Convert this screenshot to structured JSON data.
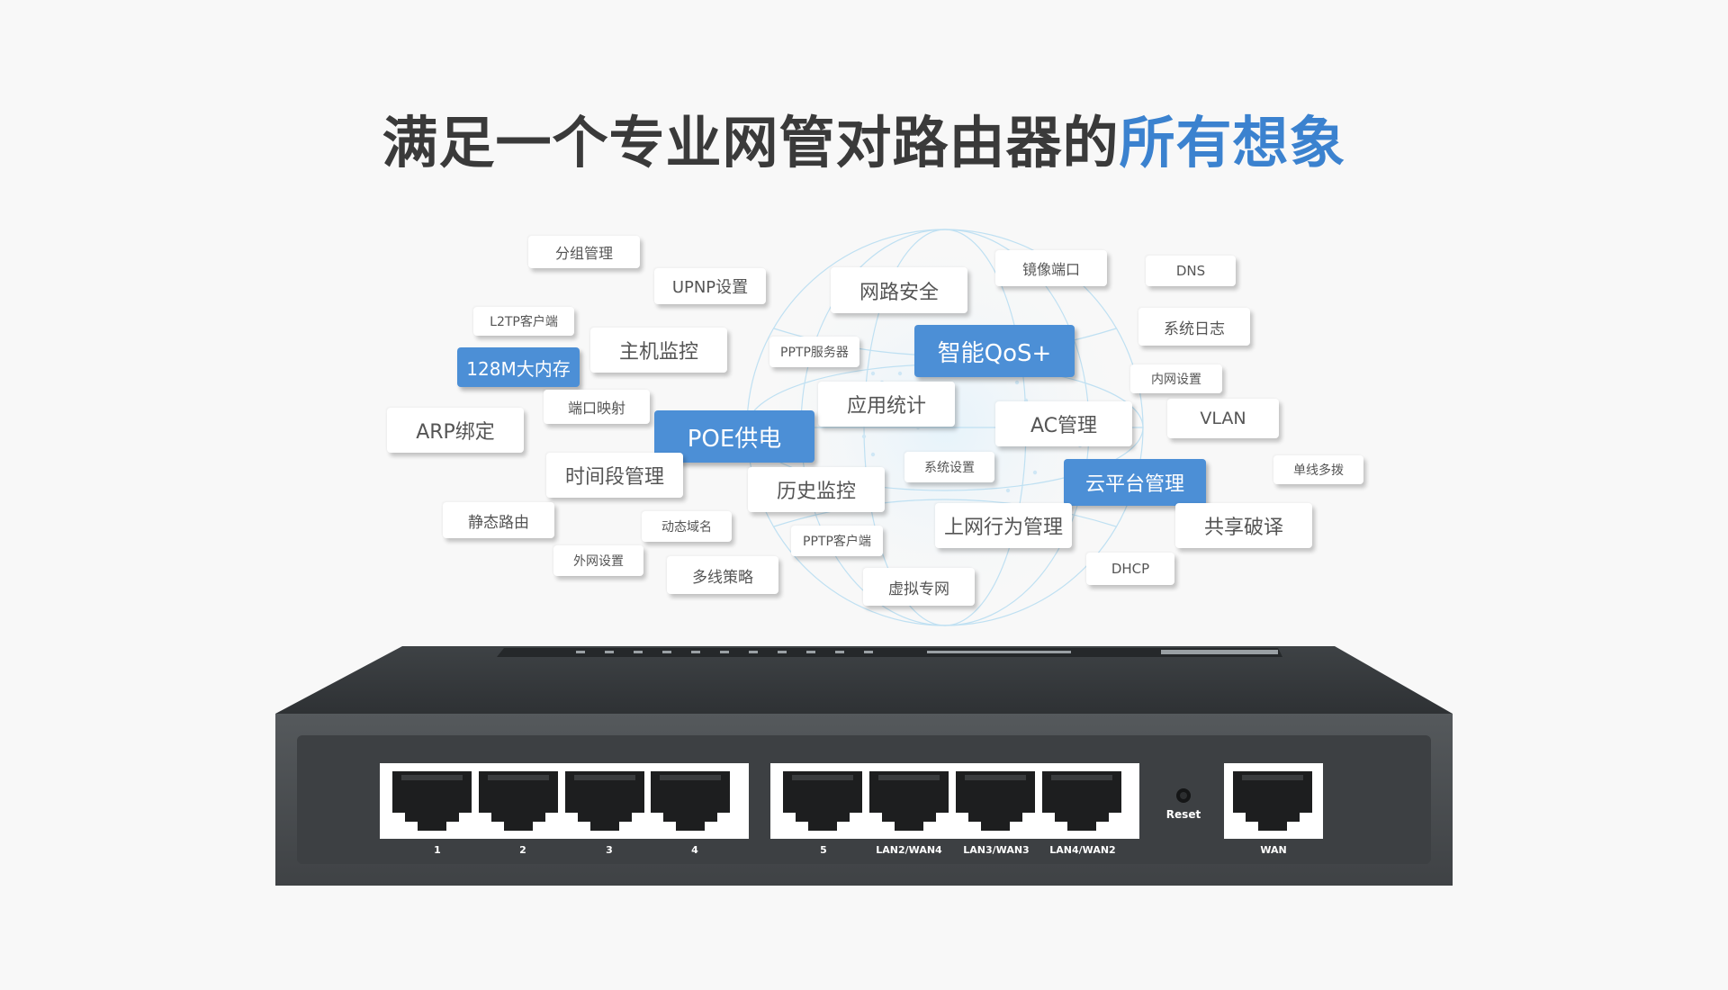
{
  "title": {
    "main": "满足一个专业网管对路由器的",
    "highlight": "所有想象"
  },
  "colors": {
    "accent": "#3b82cf",
    "tag_blue": "#4c8fd6",
    "router_body": "#4a4d50"
  },
  "feature_tags": [
    {
      "label": "分组管理"
    },
    {
      "label": "UPNP设置"
    },
    {
      "label": "网路安全"
    },
    {
      "label": "镜像端口"
    },
    {
      "label": "DNS"
    },
    {
      "label": "L2TP客户端"
    },
    {
      "label": "系统日志"
    },
    {
      "label": "128M大内存"
    },
    {
      "label": "主机监控"
    },
    {
      "label": "PPTP服务器"
    },
    {
      "label": "智能QoS+"
    },
    {
      "label": "内网设置"
    },
    {
      "label": "端口映射"
    },
    {
      "label": "应用统计"
    },
    {
      "label": "ARP绑定"
    },
    {
      "label": "POE供电"
    },
    {
      "label": "AC管理"
    },
    {
      "label": "VLAN"
    },
    {
      "label": "系统设置"
    },
    {
      "label": "单线多拨"
    },
    {
      "label": "时间段管理"
    },
    {
      "label": "历史监控"
    },
    {
      "label": "云平台管理"
    },
    {
      "label": "静态路由"
    },
    {
      "label": "动态域名"
    },
    {
      "label": "上网行为管理"
    },
    {
      "label": "共享破译"
    },
    {
      "label": "PPTP客户端"
    },
    {
      "label": "外网设置"
    },
    {
      "label": "多线策略"
    },
    {
      "label": "DHCP"
    },
    {
      "label": "虚拟专网"
    }
  ],
  "router": {
    "port_labels": [
      "1",
      "2",
      "3",
      "4",
      "5",
      "LAN2/WAN4",
      "LAN3/WAN3",
      "LAN4/WAN2"
    ],
    "reset_label": "Reset",
    "wan_label": "WAN"
  }
}
